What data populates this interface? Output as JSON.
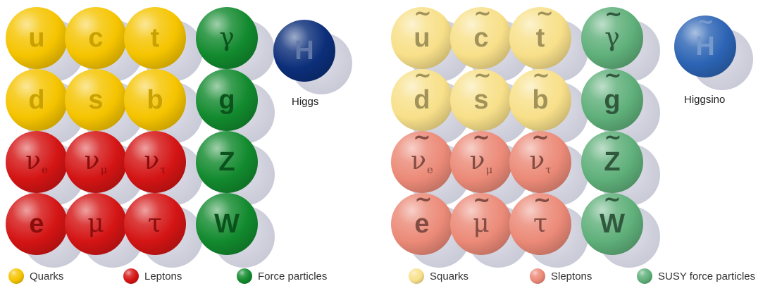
{
  "colors": {
    "quark": "#f5c400",
    "lepton": "#d41414",
    "force": "#128a2e",
    "higgs": "#0c2f7a",
    "squark": "#f8e08a",
    "slepton": "#ec8a78",
    "susy_force": "#5fb07a",
    "higgsino": "#2c64b4"
  },
  "sm": {
    "rows": [
      [
        {
          "sym": "u",
          "sub": "",
          "kind": "quark",
          "greek": false
        },
        {
          "sym": "c",
          "sub": "",
          "kind": "quark",
          "greek": false
        },
        {
          "sym": "t",
          "sub": "",
          "kind": "quark",
          "greek": false
        },
        {
          "sym": "γ",
          "sub": "",
          "kind": "force",
          "greek": true
        }
      ],
      [
        {
          "sym": "d",
          "sub": "",
          "kind": "quark",
          "greek": false
        },
        {
          "sym": "s",
          "sub": "",
          "kind": "quark",
          "greek": false
        },
        {
          "sym": "b",
          "sub": "",
          "kind": "quark",
          "greek": false
        },
        {
          "sym": "g",
          "sub": "",
          "kind": "force",
          "greek": false
        }
      ],
      [
        {
          "sym": "ν",
          "sub": "e",
          "kind": "lepton",
          "greek": true
        },
        {
          "sym": "ν",
          "sub": "μ",
          "kind": "lepton",
          "greek": true
        },
        {
          "sym": "ν",
          "sub": "τ",
          "kind": "lepton",
          "greek": true
        },
        {
          "sym": "Z",
          "sub": "",
          "kind": "force",
          "greek": false
        }
      ],
      [
        {
          "sym": "e",
          "sub": "",
          "kind": "lepton",
          "greek": false
        },
        {
          "sym": "μ",
          "sub": "",
          "kind": "lepton",
          "greek": true
        },
        {
          "sym": "τ",
          "sub": "",
          "kind": "lepton",
          "greek": true
        },
        {
          "sym": "W",
          "sub": "",
          "kind": "force",
          "greek": false
        }
      ]
    ],
    "higgs": {
      "sym": "H",
      "kind": "higgs",
      "label": "Higgs"
    },
    "legend": [
      {
        "label": "Quarks",
        "kind": "quark"
      },
      {
        "label": "Leptons",
        "kind": "lepton"
      },
      {
        "label": "Force particles",
        "kind": "force"
      }
    ]
  },
  "susy": {
    "rows": [
      [
        {
          "sym": "u",
          "sub": "",
          "kind": "squark",
          "greek": false
        },
        {
          "sym": "c",
          "sub": "",
          "kind": "squark",
          "greek": false
        },
        {
          "sym": "t",
          "sub": "",
          "kind": "squark",
          "greek": false
        },
        {
          "sym": "γ",
          "sub": "",
          "kind": "susy_force",
          "greek": true
        }
      ],
      [
        {
          "sym": "d",
          "sub": "",
          "kind": "squark",
          "greek": false
        },
        {
          "sym": "s",
          "sub": "",
          "kind": "squark",
          "greek": false
        },
        {
          "sym": "b",
          "sub": "",
          "kind": "squark",
          "greek": false
        },
        {
          "sym": "g",
          "sub": "",
          "kind": "susy_force",
          "greek": false
        }
      ],
      [
        {
          "sym": "ν",
          "sub": "e",
          "kind": "slepton",
          "greek": true
        },
        {
          "sym": "ν",
          "sub": "μ",
          "kind": "slepton",
          "greek": true
        },
        {
          "sym": "ν",
          "sub": "τ",
          "kind": "slepton",
          "greek": true
        },
        {
          "sym": "Z",
          "sub": "",
          "kind": "susy_force",
          "greek": false
        }
      ],
      [
        {
          "sym": "e",
          "sub": "",
          "kind": "slepton",
          "greek": false
        },
        {
          "sym": "μ",
          "sub": "",
          "kind": "slepton",
          "greek": true
        },
        {
          "sym": "τ",
          "sub": "",
          "kind": "slepton",
          "greek": true
        },
        {
          "sym": "W",
          "sub": "",
          "kind": "susy_force",
          "greek": false
        }
      ]
    ],
    "higgs": {
      "sym": "H",
      "kind": "higgsino",
      "label": "Higgsino"
    },
    "legend": [
      {
        "label": "Squarks",
        "kind": "squark"
      },
      {
        "label": "Sleptons",
        "kind": "slepton"
      },
      {
        "label": "SUSY force particles",
        "kind": "susy_force"
      }
    ],
    "tilde": "~"
  }
}
